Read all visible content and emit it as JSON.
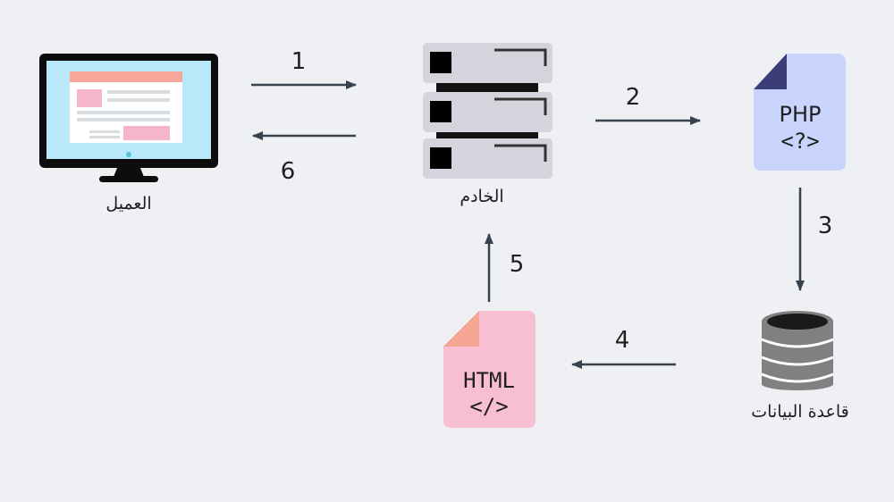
{
  "nodes": {
    "client": {
      "label": "العميل",
      "icon": "monitor-icon"
    },
    "server": {
      "label": "الخادم",
      "icon": "server-rack-icon"
    },
    "php": {
      "title": "PHP",
      "tag": "<?>",
      "icon": "php-file-icon"
    },
    "database": {
      "label": "قاعدة البيانات",
      "icon": "database-icon"
    },
    "html": {
      "title": "HTML",
      "tag": "</>",
      "icon": "html-file-icon"
    }
  },
  "steps": [
    "1",
    "2",
    "3",
    "4",
    "5",
    "6"
  ],
  "colors": {
    "background": "#eef0f4",
    "arrow": "#37424f",
    "monitor_bezel": "#0d0d0d",
    "monitor_screen": "#b9e8f8",
    "page_header": "#f7a79a",
    "page_button": "#f5b6cc",
    "server_body": "#d4d4dc",
    "php_file": "#c8d4fb",
    "php_corner": "#3b3d78",
    "html_file": "#f8bed1",
    "html_corner": "#f4a594",
    "database": "#808080"
  }
}
